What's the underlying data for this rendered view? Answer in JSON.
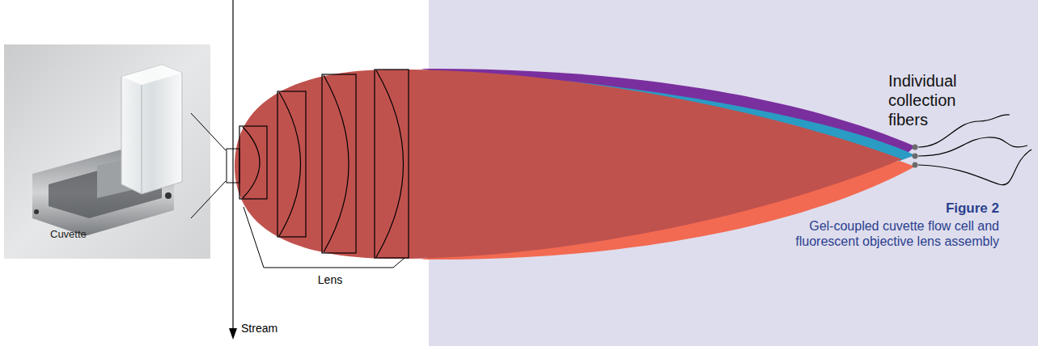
{
  "diagram": {
    "title": "Figure 2",
    "caption": "Gel-coupled cuvette flow cell and fluorescent objective lens assembly",
    "labels": [
      "Cuvette",
      "Lens",
      "Stream",
      "Individual collection fibers"
    ]
  }
}
